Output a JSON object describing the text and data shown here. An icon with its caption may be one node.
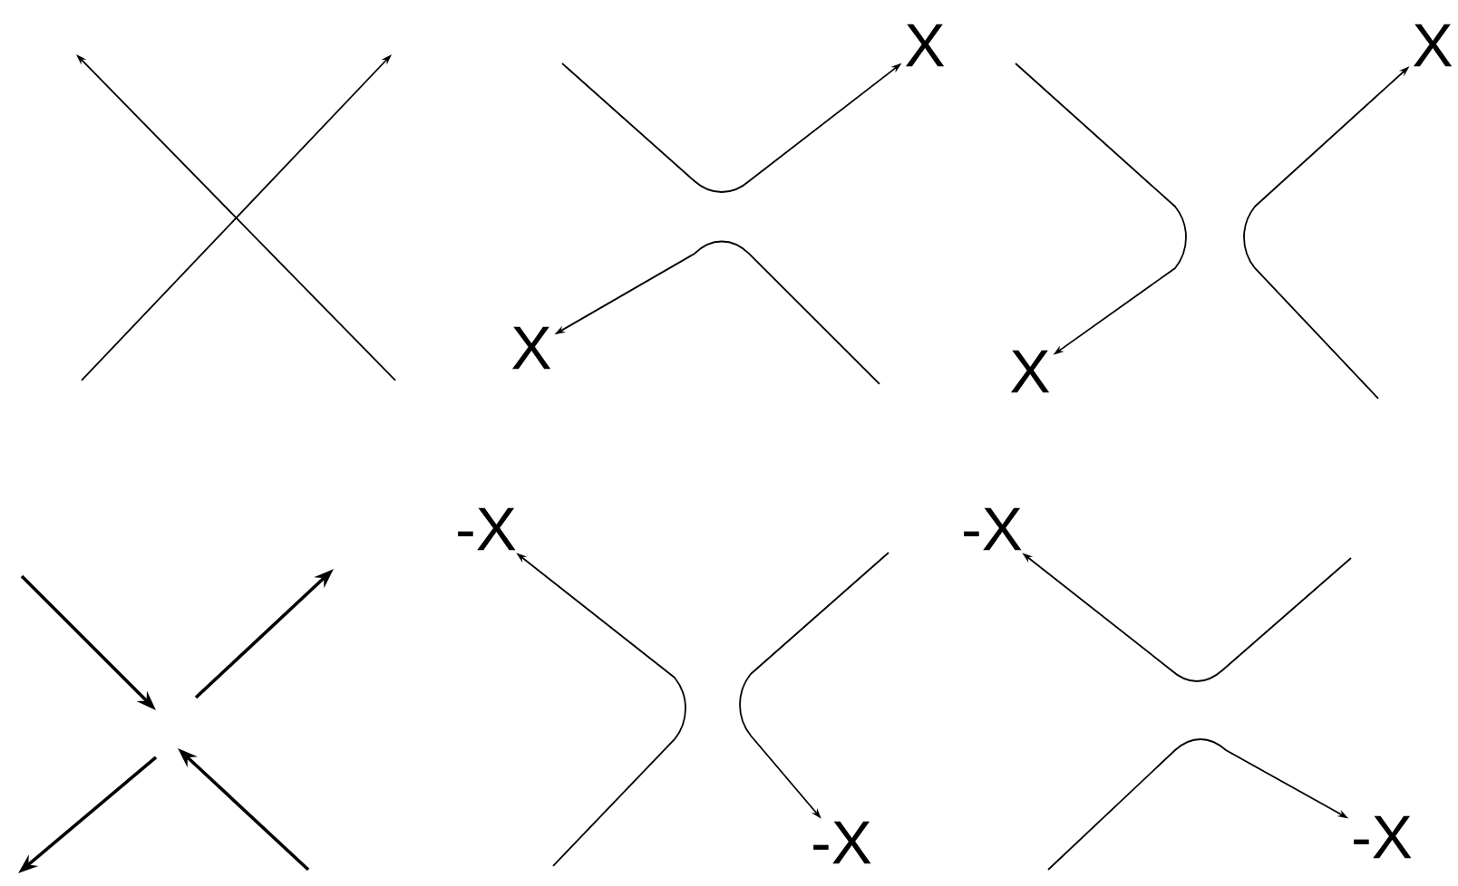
{
  "diagram": {
    "nodes": [
      {
        "text": [
          "X"
        ]
      },
      {
        "text": [
          "X"
        ]
      },
      {
        "text": [
          "X"
        ]
      },
      {
        "text": [
          "X"
        ]
      },
      {
        "text": [
          "-X"
        ]
      },
      {
        "text": [
          "-X"
        ]
      },
      {
        "text": [
          "-X"
        ]
      },
      {
        "text": [
          "-X"
        ]
      }
    ],
    "edges": [
      {
        "from": null,
        "to": 0,
        "arrow": "to"
      },
      {
        "from": null,
        "to": 1,
        "arrow": "to"
      },
      {
        "from": null,
        "to": 2,
        "arrow": "to"
      },
      {
        "from": null,
        "to": 3,
        "arrow": "to"
      },
      {
        "from": null,
        "to": 4,
        "arrow": "to"
      },
      {
        "from": null,
        "to": 5,
        "arrow": "to"
      },
      {
        "from": null,
        "to": 6,
        "arrow": "to"
      },
      {
        "from": null,
        "to": 7,
        "arrow": "to"
      }
    ]
  }
}
